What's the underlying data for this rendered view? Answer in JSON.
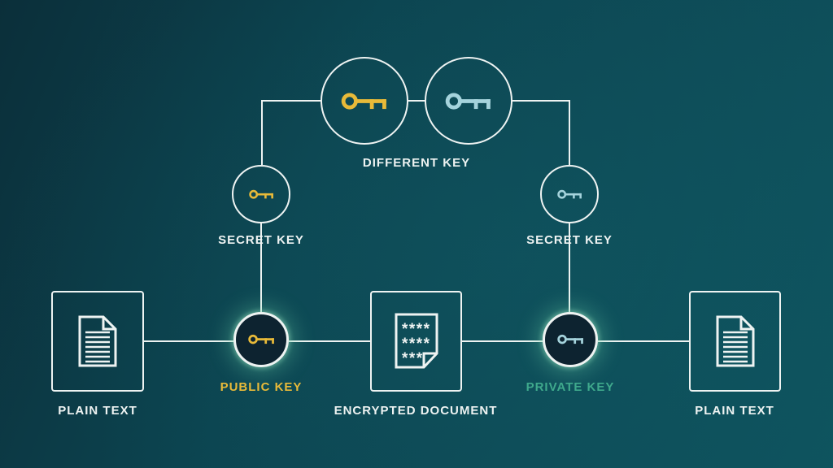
{
  "labels": {
    "different_key": "DIFFERENT KEY",
    "secret_key_left": "SECRET KEY",
    "secret_key_right": "SECRET KEY",
    "public_key": "PUBLIC KEY",
    "private_key": "PRIVATE KEY",
    "encrypted_document": "ENCRYPTED DOCUMENT",
    "plain_text_left": "PLAIN TEXT",
    "plain_text_right": "PLAIN TEXT"
  },
  "icons": {
    "encrypted_rows": [
      "****",
      "****",
      "***"
    ]
  },
  "colors": {
    "bg_dark": "#0b2f3a",
    "bg_mid": "#0d4955",
    "bg_light": "#0e535e",
    "line": "#eef3f2",
    "accent_yellow": "#e8ba39",
    "accent_blue": "#a5d3dc",
    "accent_green": "#3fa98c",
    "node_fill": "#0d2330",
    "glow": "#6fd3a8"
  }
}
